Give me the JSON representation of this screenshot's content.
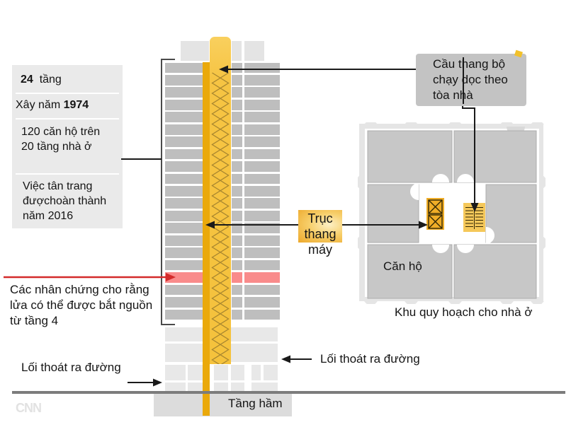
{
  "stats": {
    "floors_value": "24",
    "floors_unit": "tầng",
    "built_text": "Xây năm",
    "built_year": "1974",
    "apartments_line1": "120 căn hộ trên",
    "apartments_line2": "20 tầng nhà ở",
    "renovation_line1": "Việc tân trang",
    "renovation_line2": "đượchoàn thành",
    "renovation_line3": "năm  2016"
  },
  "callouts": {
    "staircase_line1": "Cầu thang bộ",
    "staircase_line2": "chạy dọc theo",
    "staircase_line3": "tòa nhà",
    "elevator_line1": "Trục",
    "elevator_line2": "thang",
    "elevator_line3": "máy",
    "witness_line1": "Các nhân chứng cho rằng",
    "witness_line2": "lửa có thể được bắt nguồn",
    "witness_line3": "từ tầng 4",
    "exit_left": "Lối thoát ra đường",
    "exit_right": "Lối thoát ra đường"
  },
  "building": {
    "basement": "Tầng hầm"
  },
  "plan": {
    "apartment": "Căn hộ",
    "caption": "Khu quy hoạch cho nhà ở"
  },
  "brand": "CNN",
  "colors": {
    "stair_yellow": "#f6c443",
    "shaft_dark_yellow": "#eaa90b",
    "fire_floor_red": "#f98b8b",
    "red_arrow": "#d42b2b",
    "floor_gray": "#bebebe",
    "light_floor_gray": "#e8e8e8",
    "room_gray": "#c7c7c7",
    "plan_outline_gray": "#e5e5e5",
    "note_box_gray": "#c3c3c3",
    "info_box_gray": "#eaeaea",
    "ground_gray": "#7c7c7c"
  }
}
